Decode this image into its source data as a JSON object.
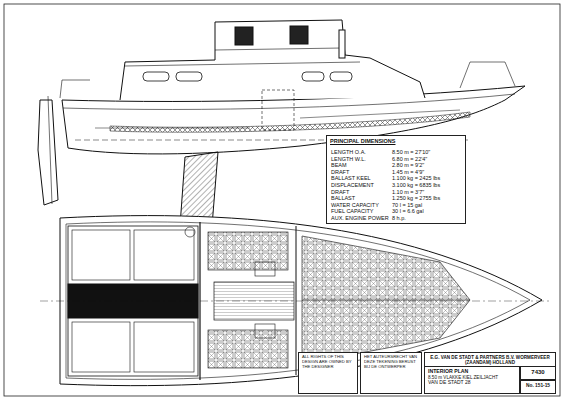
{
  "diagram": {
    "nodes": [
      {
        "text": [
          "PRINCIPAL DIMENSIONS"
        ]
      },
      {
        "text": [
          "ALL RIGHTS OF THIS DESIGN ARE OWNED BY THE DESIGNER"
        ]
      },
      {
        "text": [
          "HET AUTEURSRECHT VAN DEZE TEKENING BERUST BIJ DE ONTWERPER"
        ]
      },
      {
        "text": [
          "E.G. VAN DE STADT & PARTNERS B.V. WORMERVEER (ZAANDAM) HOLLAND"
        ]
      },
      {
        "text": [
          "INTERIOR PLAN",
          "8.50 m VLAKKE KIEL ZEILJACHT",
          "VAN DE STADT 28"
        ]
      },
      {
        "text": [
          "7430"
        ]
      },
      {
        "text": [
          "No. 151-15"
        ]
      }
    ],
    "labels": [
      "LENGTH O.A.",
      "8.50 m = 27'10\"",
      "LENGTH W.L.",
      "6.80 m = 22'4\"",
      "BEAM",
      "2.80 m = 9'2\"",
      "DRAFT",
      "1.45 m = 4'9\"",
      "BALLAST KEEL",
      "1.100 kg = 2425 lbs",
      "DISPLACEMENT",
      "3.100 kg = 6835 lbs",
      "DRAFT",
      "1.10 m = 3'7\"",
      "BALLAST",
      "1.250 kg = 2755 lbs",
      "WATER CAPACITY",
      "70 l = 15 gal",
      "FUEL CAPACITY",
      "30 l = 6.6 gal",
      "AUX. ENGINE POWER",
      "8 h.p."
    ]
  }
}
